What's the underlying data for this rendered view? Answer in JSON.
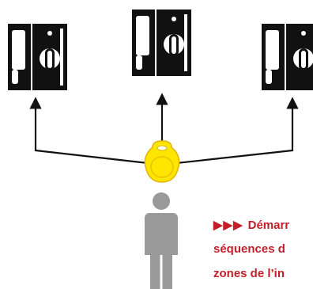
{
  "colors": {
    "device": "#111111",
    "device_detail": "#ffffff",
    "line": "#111111",
    "key_fob_fill": "#ffe600",
    "key_fob_stroke": "#e0b400",
    "person": "#9a9a9a",
    "caption_text": "#c21f2a"
  },
  "icons": {
    "device_left": "door-lock-module-icon",
    "device_center": "door-lock-module-icon",
    "device_right": "door-lock-module-icon",
    "key_fob": "rfid-key-fob-icon",
    "person": "person-icon",
    "marker": "triple-arrow-icon"
  },
  "caption": {
    "marker": "▶▶▶",
    "line_1": "Démarr",
    "line_2": "séquences d",
    "line_3": "zones de l’in"
  }
}
